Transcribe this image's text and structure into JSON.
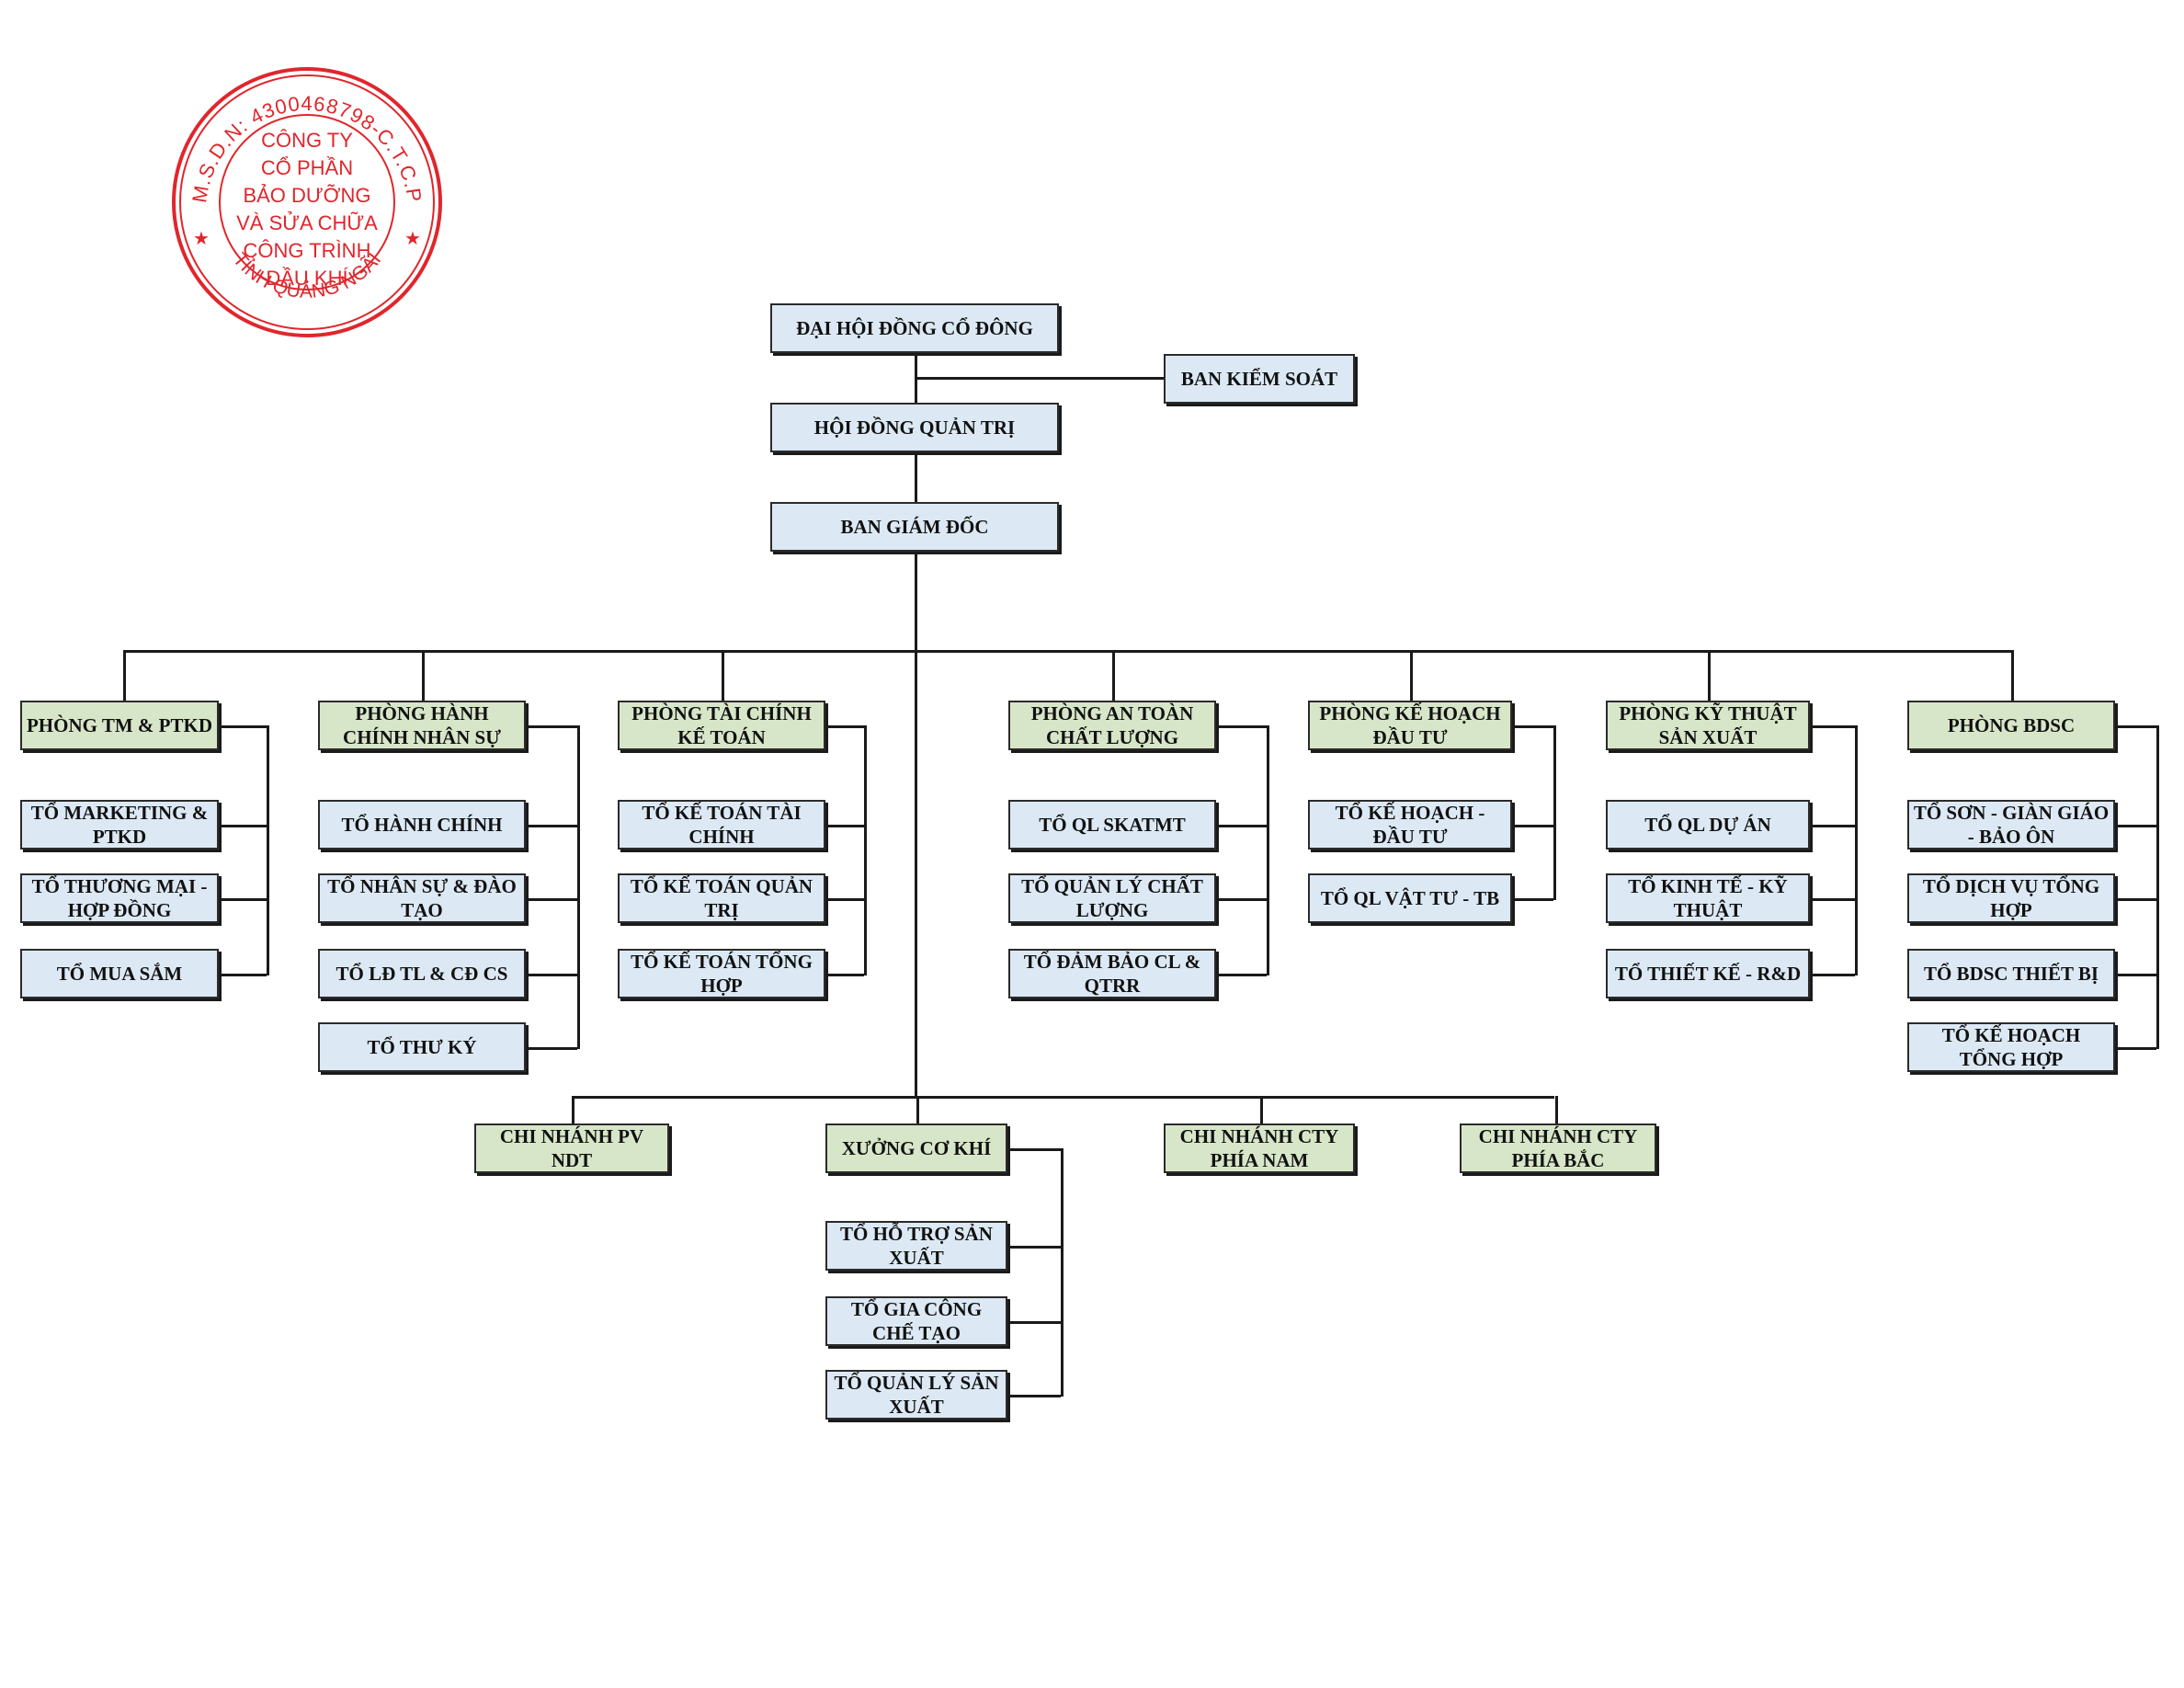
{
  "seal": {
    "ring_text": "M.S.D.N: 4300468798-C.T.C.P",
    "lines": [
      "CÔNG TY",
      "CỔ PHẦN",
      "BẢO DƯỠNG",
      "VÀ SỬA CHỮA",
      "CÔNG TRÌNH",
      "DẦU KHÍ"
    ],
    "bottom_text": "TỈNH QUẢNG NGÃI",
    "color": "#e0262c"
  },
  "colors": {
    "unit_fill": "#dce9f5",
    "department_fill": "#d7e6c8",
    "line": "#1a1a1a"
  },
  "top": {
    "shareholders": "ĐẠI HỘI ĐỒNG CỔ ĐÔNG",
    "supervisory": "BAN KIỂM SOÁT",
    "board": "HỘI ĐỒNG QUẢN TRỊ",
    "directors": "BAN GIÁM ĐỐC"
  },
  "departments": [
    {
      "name": "PHÒNG TM & PTKD",
      "teams": [
        "TỔ MARKETING & PTKD",
        "TỔ THƯƠNG MẠI - HỢP ĐỒNG",
        "TỔ MUA SẮM"
      ]
    },
    {
      "name": "PHÒNG HÀNH CHÍNH NHÂN SỰ",
      "teams": [
        "TỔ HÀNH CHÍNH",
        "TỔ NHÂN SỰ & ĐÀO TẠO",
        "TỔ LĐ TL & CĐ CS",
        "TỔ THƯ KÝ"
      ]
    },
    {
      "name": "PHÒNG TÀI CHÍNH KẾ TOÁN",
      "teams": [
        "TỔ KẾ TOÁN TÀI CHÍNH",
        "TỔ KẾ TOÁN QUẢN TRỊ",
        "TỔ KẾ TOÁN TỔNG HỢP"
      ]
    },
    {
      "name": "PHÒNG AN TOÀN CHẤT LƯỢNG",
      "teams": [
        "TỔ QL SKATMT",
        "TỔ QUẢN LÝ CHẤT LƯỢNG",
        "TỔ ĐẢM BẢO CL & QTRR"
      ]
    },
    {
      "name": "PHÒNG KẾ HOẠCH ĐẦU TƯ",
      "teams": [
        "TỔ KẾ HOẠCH - ĐẦU TƯ",
        "TỔ  QL VẬT TƯ - TB"
      ]
    },
    {
      "name": "PHÒNG KỸ THUẬT SẢN XUẤT",
      "teams": [
        "TỔ QL DỰ ÁN",
        "TỔ KINH TẾ - KỸ THUẬT",
        "TỔ THIẾT KẾ - R&D"
      ]
    },
    {
      "name": "PHÒNG BDSC",
      "teams": [
        "TỔ SƠN - GIÀN GIÁO - BẢO ÔN",
        "TỔ DỊCH VỤ TỔNG HỢP",
        "TỔ BDSC THIẾT BỊ",
        "TỔ KẾ HOẠCH TỔNG HỢP"
      ]
    }
  ],
  "branches": [
    {
      "name": "CHI NHÁNH PV NDT",
      "teams": []
    },
    {
      "name": "XƯỞNG CƠ KHÍ",
      "teams": [
        "TỔ HỖ TRỢ SẢN XUẤT",
        "TỔ GIA CÔNG CHẾ TẠO",
        "TỔ QUẢN LÝ SẢN XUẤT"
      ]
    },
    {
      "name": "CHI NHÁNH CTY PHÍA NAM",
      "teams": []
    },
    {
      "name": "CHI NHÁNH CTY PHÍA BẮC",
      "teams": []
    }
  ]
}
